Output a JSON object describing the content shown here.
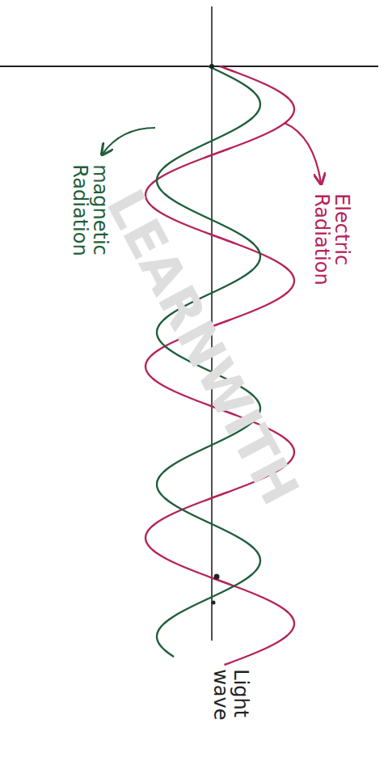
{
  "diagram": {
    "labels": [
      "magnetic Radiation",
      "Electric Radiation",
      "Light wave",
      "LEARNWITH"
    ]
  }
}
